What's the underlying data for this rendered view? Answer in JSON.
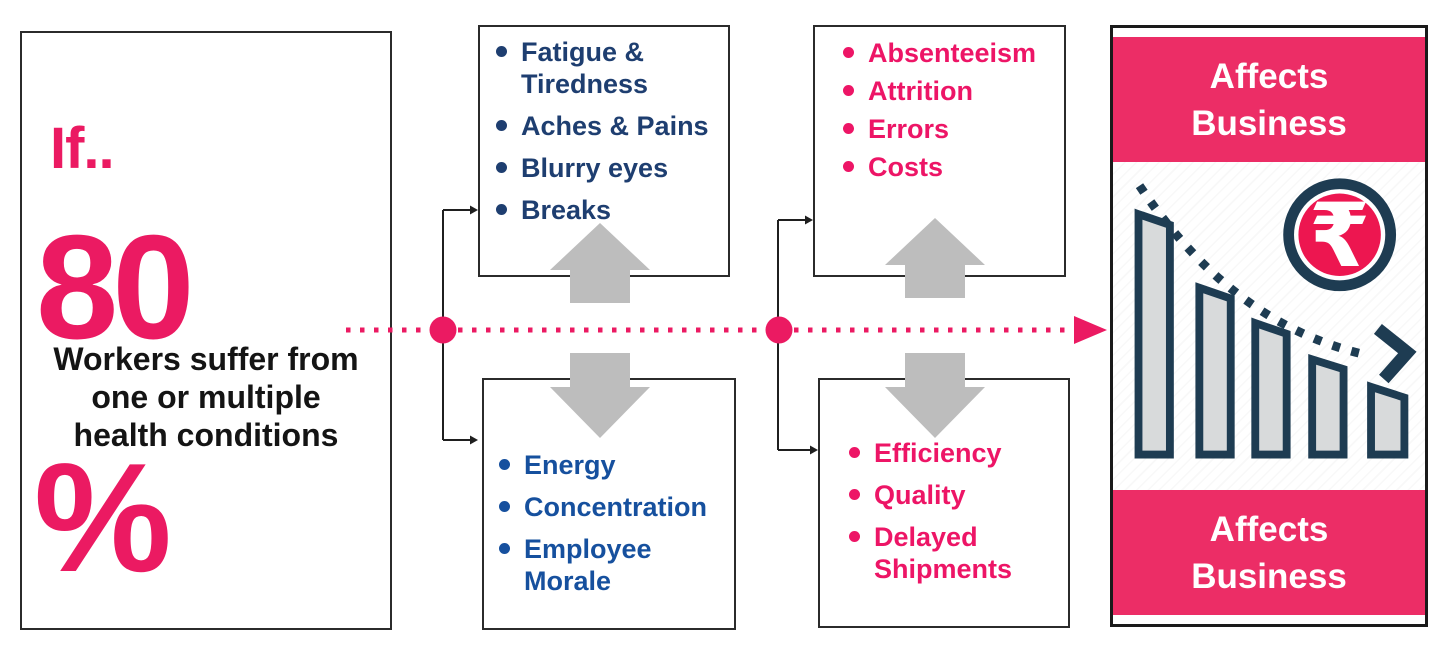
{
  "palette": {
    "pink": "#EB1A62",
    "pink_list": "#ED1566",
    "pink_banner": "#EC2D66",
    "pink_coin": "#ED1650",
    "navy_text": "#1E3E70",
    "blue_text": "#16509E",
    "arrow_gray": "#BDBDBD",
    "icon_navy": "#1E3C52",
    "bar_fill": "#D8DADB"
  },
  "left_panel": {
    "prefix": "If..",
    "stat_value": "80",
    "stat_suffix": "%",
    "description": "Workers suffer from\none or multiple\nhealth conditions"
  },
  "symptoms_box": {
    "items": [
      "Fatigue & Tiredness",
      "Aches & Pains",
      "Blurry eyes",
      "Breaks"
    ]
  },
  "wellbeing_box": {
    "items": [
      "Energy",
      "Concentration",
      "Employee Morale"
    ]
  },
  "workforce_box": {
    "items": [
      "Absenteeism",
      "Attrition",
      "Errors",
      "Costs"
    ]
  },
  "operations_box": {
    "items": [
      "Efficiency",
      "Quality",
      "Delayed Shipments"
    ]
  },
  "right_panel": {
    "top_banner_label": "Affects Business",
    "bottom_banner_label": "Affects Business",
    "currency_symbol": "₹",
    "icon_trend": "declining"
  }
}
